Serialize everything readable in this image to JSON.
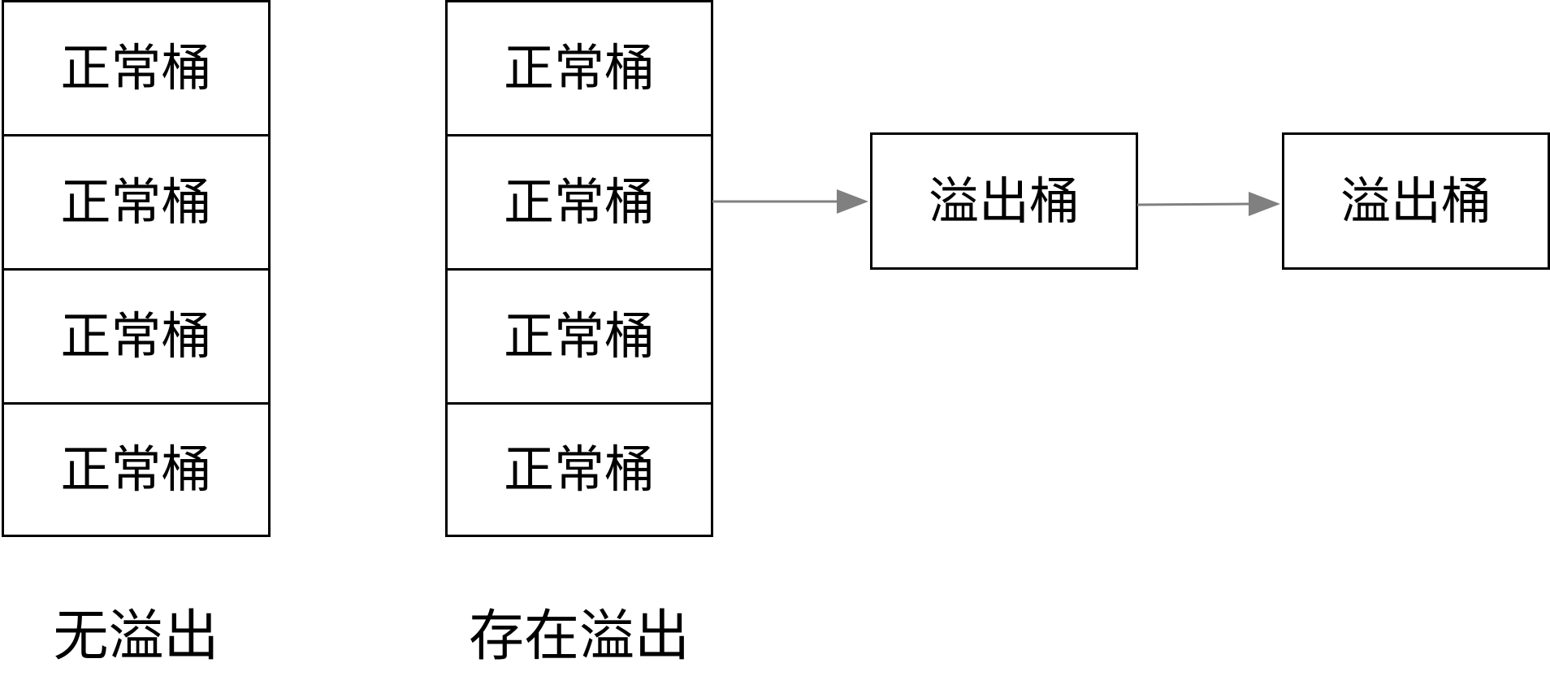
{
  "colors": {
    "border": "#000000",
    "arrow": "#808080",
    "background": "#ffffff"
  },
  "no_overflow": {
    "buckets": [
      "正常桶",
      "正常桶",
      "正常桶",
      "正常桶"
    ],
    "caption": "无溢出"
  },
  "with_overflow": {
    "buckets": [
      "正常桶",
      "正常桶",
      "正常桶",
      "正常桶"
    ],
    "overflow_chain": [
      "溢出桶",
      "溢出桶"
    ],
    "caption": "存在溢出"
  }
}
